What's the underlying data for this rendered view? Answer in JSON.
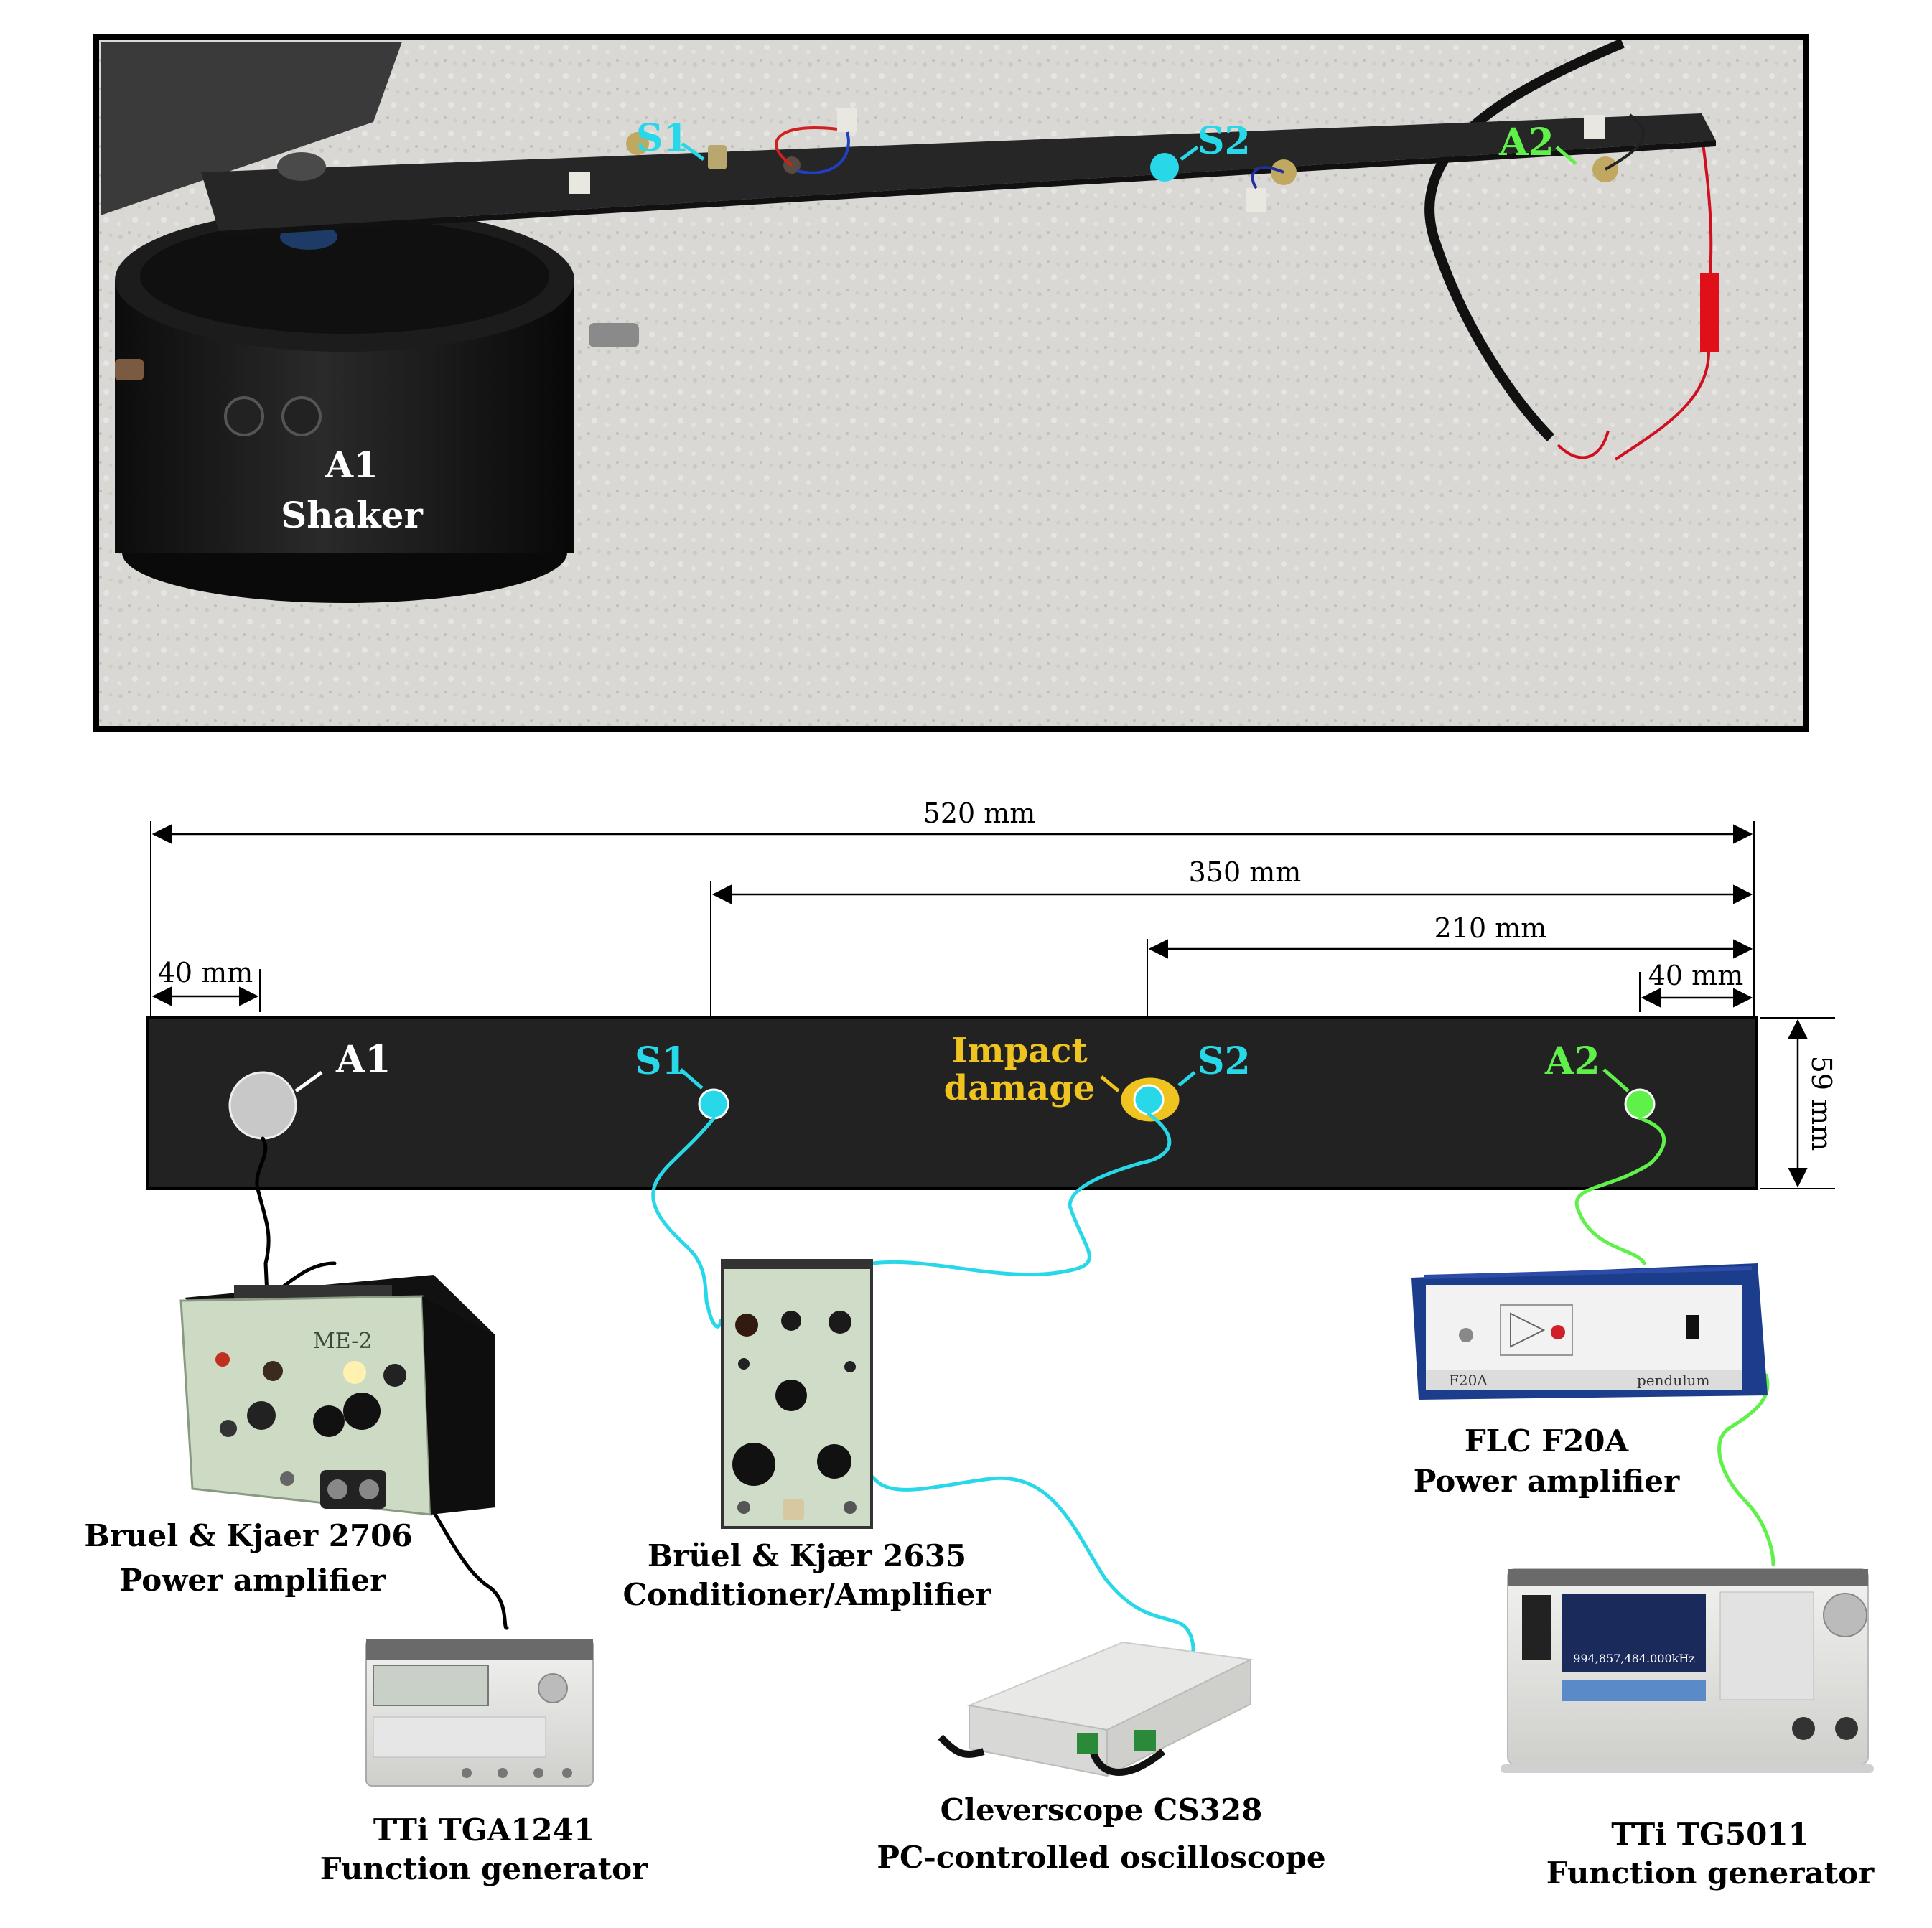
{
  "photo": {
    "labels": {
      "s1": "S1",
      "s2": "S2",
      "a2": "A2",
      "a1": "A1",
      "shaker": "Shaker"
    }
  },
  "dimensions": {
    "total": "520 mm",
    "s1_to_end": "350 mm",
    "s2_to_end": "210 mm",
    "a1_offset": "40 mm",
    "a2_offset": "40 mm",
    "width": "59 mm"
  },
  "beam_labels": {
    "a1": "A1",
    "s1": "S1",
    "impact_line1": "Impact",
    "impact_line2": "damage",
    "s2": "S2",
    "a2": "A2"
  },
  "equipment": {
    "bk2706": {
      "line1": "Bruel & Kjaer 2706",
      "line2": "Power amplifier",
      "panel_text": "ME-2"
    },
    "bk2635": {
      "line1": "Brüel & Kjær 2635",
      "line2": "Conditioner/Amplifier"
    },
    "flc": {
      "line1": "FLC F20A",
      "line2": "Power amplifier",
      "panel_text": "F20A",
      "brand": "pendulum"
    },
    "tga1241": {
      "line1": "TTi TGA1241",
      "line2": "Function generator"
    },
    "cs328": {
      "line1": "Cleverscope CS328",
      "line2": "PC-controlled oscilloscope"
    },
    "tg5011": {
      "line1": "TTi TG5011",
      "line2": "Function generator",
      "screen": "994,857,484.000kHz"
    }
  },
  "colors": {
    "cyan": "#29d8e8",
    "green": "#5ff04a",
    "gold": "#f0c420",
    "beam": "#222222",
    "a1_marker": "#c8c8c8"
  }
}
